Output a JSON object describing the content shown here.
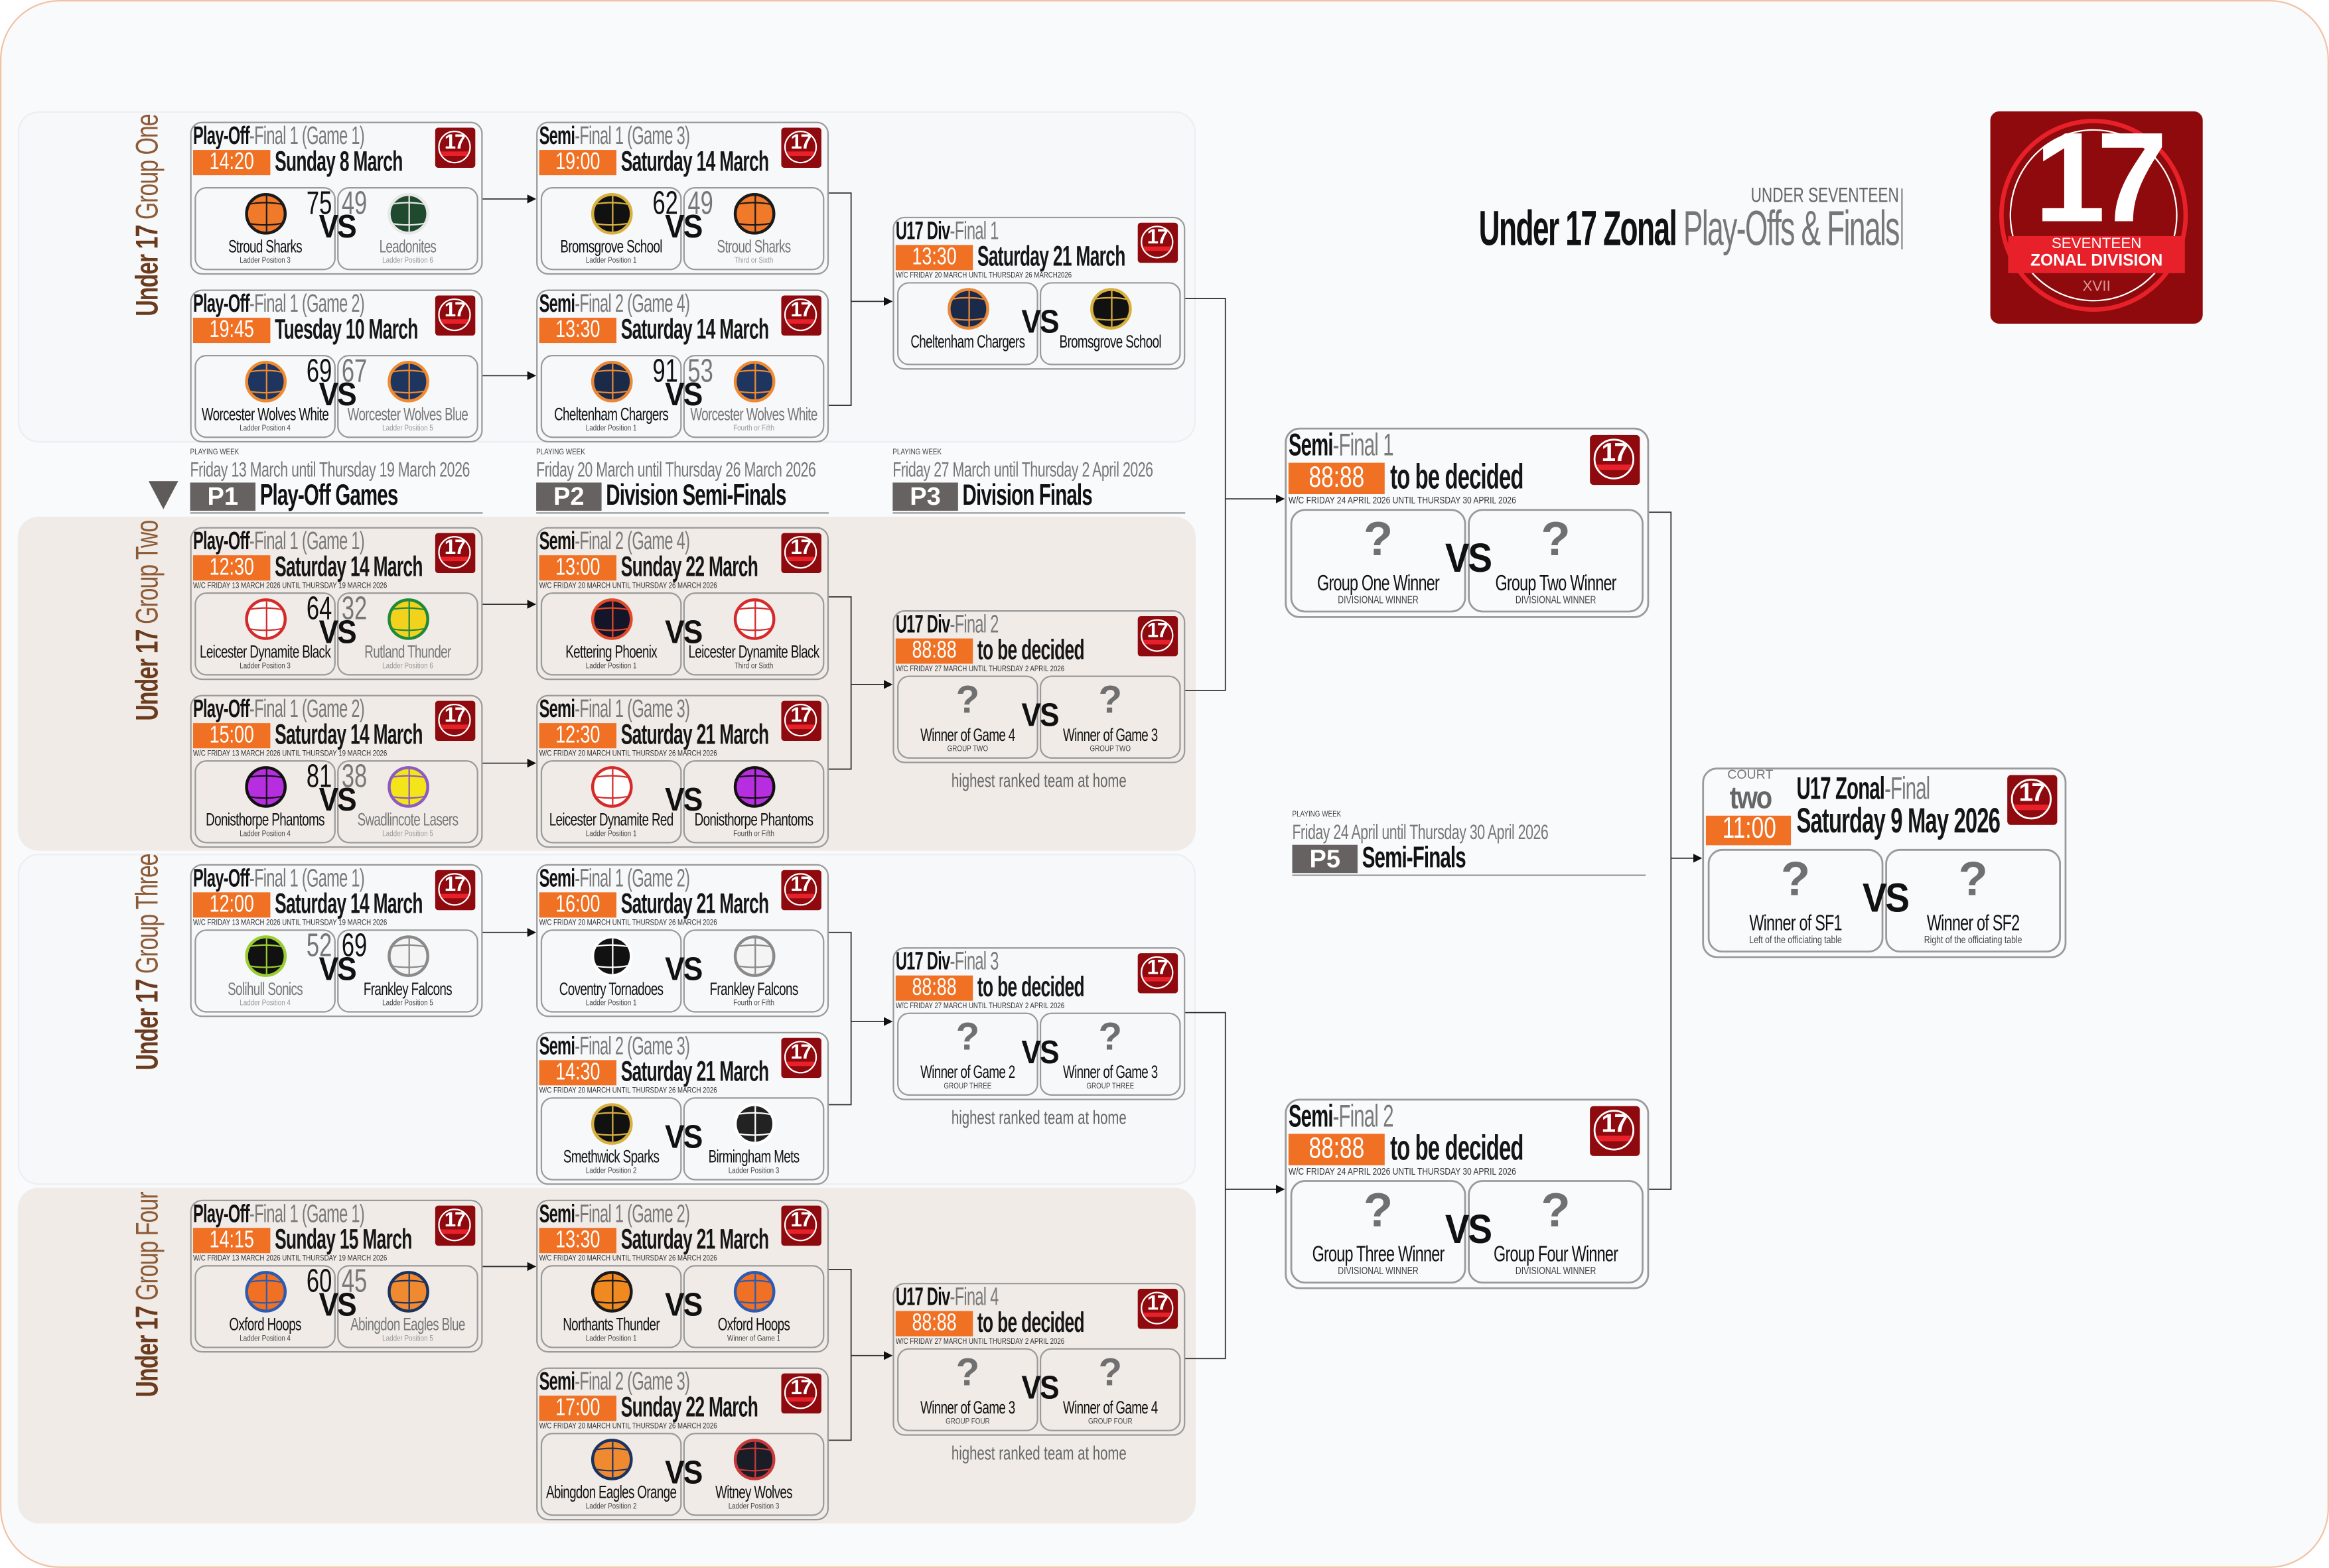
{
  "header": {
    "overline": "UNDER SEVENTEEN",
    "title_bold": "Under 17 Zonal",
    "title_light": "Play-Offs & Finals"
  },
  "logo": {
    "number": "17",
    "line1": "SEVENTEEN",
    "line2": "ZONAL DIVISION",
    "numeral": "XVII"
  },
  "colors": {
    "accent": "#f07024",
    "badge": "#8e0a0e",
    "group_label": "#6b3b1e"
  },
  "badge_label": "17",
  "vs_label": "VS",
  "question_label": "?",
  "playing_weeks": [
    {
      "overline": "PLAYING WEEK",
      "dates": "Friday 13 March until Thursday 19 March 2026",
      "code": "P1",
      "title": "Play-Off Games"
    },
    {
      "overline": "PLAYING WEEK",
      "dates": "Friday 20 March until Thursday 26 March 2026",
      "code": "P2",
      "title": "Division Semi-Finals"
    },
    {
      "overline": "PLAYING WEEK",
      "dates": "Friday 27 March until Thursday 2 April 2026",
      "code": "P3",
      "title": "Division Finals"
    },
    {
      "overline": "PLAYING WEEK",
      "dates": "Friday 24 April until Thursday 30 April 2026",
      "code": "P5",
      "title": "Semi-Finals"
    }
  ],
  "groups": [
    {
      "label_bold": "Under 17",
      "label_light": " Group One",
      "matches": [
        {
          "title_bold": "Play-Off",
          "title_light": "-Final 1 (Game 1)",
          "time": "14:20",
          "date": "Sunday 8 March",
          "winner": "home",
          "home": {
            "name": "Stroud Sharks",
            "sub": "Ladder Position 3",
            "score": "75",
            "logo": {
              "bg": "#f07a2a",
              "fg": "#1a1a1a"
            }
          },
          "away": {
            "name": "Leadonites",
            "sub": "Ladder Position 6",
            "score": "49",
            "logo": {
              "bg": "#1f4a2e",
              "fg": "#e8e8e8"
            }
          }
        },
        {
          "title_bold": "Play-Off",
          "title_light": "-Final 1 (Game 2)",
          "time": "19:45",
          "date": "Tuesday 10 March",
          "winner": "home",
          "home": {
            "name": "Worcester Wolves White",
            "sub": "Ladder Position 4",
            "score": "69",
            "logo": {
              "bg": "#1e3560",
              "fg": "#f08a30"
            }
          },
          "away": {
            "name": "Worcester Wolves Blue",
            "sub": "Ladder Position 5",
            "score": "67",
            "logo": {
              "bg": "#1e3560",
              "fg": "#f08a30"
            }
          }
        },
        {
          "title_bold": "Semi",
          "title_light": "-Final 1 (Game 3)",
          "time": "19:00",
          "date": "Saturday 14 March",
          "winner": "home",
          "home": {
            "name": "Bromsgrove School",
            "sub": "Ladder Position 1",
            "score": "62",
            "logo": {
              "bg": "#111111",
              "fg": "#d8b040"
            }
          },
          "away": {
            "name": "Stroud Sharks",
            "sub": "Third or Sixth",
            "score": "49",
            "logo": {
              "bg": "#f07a2a",
              "fg": "#1a1a1a"
            }
          }
        },
        {
          "title_bold": "Semi",
          "title_light": "-Final 2 (Game 4)",
          "time": "13:30",
          "date": "Saturday 14 March",
          "winner": "home",
          "home": {
            "name": "Cheltenham Chargers",
            "sub": "Ladder Position 1",
            "score": "91",
            "logo": {
              "bg": "#1c2a4a",
              "fg": "#e8893a"
            }
          },
          "away": {
            "name": "Worcester Wolves White",
            "sub": "Fourth or Fifth",
            "score": "53",
            "logo": {
              "bg": "#1e3560",
              "fg": "#f08a30"
            }
          }
        },
        {
          "title_bold": "U17 Div",
          "title_light": "-Final 1",
          "time": "13:30",
          "date": "Saturday 21 March",
          "wc": "W/C FRIDAY 20 MARCH UNTIL THURSDAY 26 MARCH2026",
          "home": {
            "name": "Cheltenham Chargers",
            "logo": {
              "bg": "#1c2a4a",
              "fg": "#e8893a"
            }
          },
          "away": {
            "name": "Bromsgrove School",
            "logo": {
              "bg": "#111111",
              "fg": "#d8b040"
            }
          }
        }
      ]
    },
    {
      "label_bold": "Under 17",
      "label_light": " Group Two",
      "matches": [
        {
          "title_bold": "Play-Off",
          "title_light": "-Final 1 (Game 1)",
          "time": "12:30",
          "date": "Saturday 14 March",
          "wc": "W/C FRIDAY 13 MARCH 2026 UNTIL THURSDAY 19 MARCH 2026",
          "winner": "home",
          "home": {
            "name": "Leicester Dynamite Black",
            "sub": "Ladder Position 3",
            "score": "64",
            "logo": {
              "bg": "#ffffff",
              "fg": "#d52a2a"
            }
          },
          "away": {
            "name": "Rutland Thunder",
            "sub": "Ladder Position 6",
            "score": "32",
            "logo": {
              "bg": "#f2d21c",
              "fg": "#1f8a3a"
            }
          }
        },
        {
          "title_bold": "Play-Off",
          "title_light": "-Final 1 (Game 2)",
          "time": "15:00",
          "date": "Saturday 14 March",
          "wc": "W/C FRIDAY 13 MARCH 2026 UNTIL THURSDAY 19 MARCH 2026",
          "winner": "home",
          "home": {
            "name": "Donisthorpe Phantoms",
            "sub": "Ladder Position 4",
            "score": "81",
            "logo": {
              "bg": "#b72ee0",
              "fg": "#111111"
            }
          },
          "away": {
            "name": "Swadlincote Lasers",
            "sub": "Ladder Position 5",
            "score": "38",
            "logo": {
              "bg": "#f4e41a",
              "fg": "#8a5cc0"
            }
          }
        },
        {
          "title_bold": "Semi",
          "title_light": "-Final 2 (Game 4)",
          "time": "13:00",
          "date": "Sunday 22 March",
          "wc": "W/C FRIDAY 20 MARCH UNTIL THURSDAY 26 MARCH 2026",
          "home": {
            "name": "Kettering Phoenix",
            "sub": "Ladder Position 1",
            "logo": {
              "bg": "#15152a",
              "fg": "#e04a2a"
            }
          },
          "away": {
            "name": "Leicester Dynamite Black",
            "sub": "Third or Sixth",
            "logo": {
              "bg": "#ffffff",
              "fg": "#d52a2a"
            }
          }
        },
        {
          "title_bold": "Semi",
          "title_light": "-Final 1 (Game 3)",
          "time": "12:30",
          "date": "Saturday 21 March",
          "wc": "W/C FRIDAY 20 MARCH UNTIL THURSDAY 26 MARCH 2026",
          "home": {
            "name": "Leicester Dynamite Red",
            "sub": "Ladder Position 1",
            "logo": {
              "bg": "#ffffff",
              "fg": "#d52a2a"
            }
          },
          "away": {
            "name": "Donisthorpe Phantoms",
            "sub": "Fourth or Fifth",
            "logo": {
              "bg": "#b72ee0",
              "fg": "#111111"
            }
          }
        },
        {
          "title_bold": "U17 Div",
          "title_light": "-Final 2",
          "time": "88:88",
          "date": "to be decided",
          "wc": "W/C FRIDAY 27 MARCH UNTIL THURSDAY 2 APRIL 2026",
          "note": "highest ranked team at home",
          "home": {
            "name": "Winner of Game 4",
            "sub": "GROUP TWO",
            "tbd": true
          },
          "away": {
            "name": "Winner of Game 3",
            "sub": "GROUP TWO",
            "tbd": true
          }
        }
      ]
    },
    {
      "label_bold": "Under 17",
      "label_light": " Group Three",
      "matches": [
        {
          "title_bold": "Play-Off",
          "title_light": "-Final 1 (Game 1)",
          "time": "12:00",
          "date": "Saturday 14 March",
          "wc": "W/C FRIDAY 13 MARCH 2026 UNTIL THURSDAY 19 MARCH 2026",
          "winner": "away",
          "home": {
            "name": "Solihull Sonics",
            "sub": "Ladder Position 4",
            "score": "52",
            "logo": {
              "bg": "#111111",
              "fg": "#9acd32"
            }
          },
          "away": {
            "name": "Frankley Falcons",
            "sub": "Ladder Position 5",
            "score": "69",
            "logo": {
              "bg": "#f4f4f4",
              "fg": "#8a8a8a"
            }
          }
        },
        {
          "title_bold": "Semi",
          "title_light": "-Final 1 (Game 2)",
          "time": "16:00",
          "date": "Saturday 21 March",
          "wc": "W/C FRIDAY 20 MARCH UNTIL THURSDAY 26 MARCH 2026",
          "home": {
            "name": "Coventry Tornadoes",
            "sub": "Ladder Position 1",
            "logo": {
              "bg": "#111111",
              "fg": "#ffffff"
            }
          },
          "away": {
            "name": "Frankley Falcons",
            "sub": "Fourth or Fifth",
            "logo": {
              "bg": "#f4f4f4",
              "fg": "#8a8a8a"
            }
          }
        },
        {
          "title_bold": "Semi",
          "title_light": "-Final 2 (Game 3)",
          "time": "14:30",
          "date": "Saturday 21 March",
          "wc": "W/C FRIDAY 20 MARCH UNTIL THURSDAY 26 MARCH 2026",
          "home": {
            "name": "Smethwick Sparks",
            "sub": "Ladder Position 2",
            "logo": {
              "bg": "#111111",
              "fg": "#d8b040"
            }
          },
          "away": {
            "name": "Birmingham Mets",
            "sub": "Ladder Position 3",
            "logo": {
              "bg": "#222222",
              "fg": "#ffffff"
            }
          }
        },
        {
          "title_bold": "U17 Div",
          "title_light": "-Final 3",
          "time": "88:88",
          "date": "to be decided",
          "wc": "W/C FRIDAY 27 MARCH UNTIL THURSDAY 2 APRIL 2026",
          "note": "highest ranked team at home",
          "home": {
            "name": "Winner of Game 2",
            "sub": "GROUP THREE",
            "tbd": true
          },
          "away": {
            "name": "Winner of Game 3",
            "sub": "GROUP THREE",
            "tbd": true
          }
        }
      ]
    },
    {
      "label_bold": "Under 17",
      "label_light": " Group Four",
      "matches": [
        {
          "title_bold": "Play-Off",
          "title_light": "-Final 1 (Game 1)",
          "time": "14:15",
          "date": "Sunday 15 March",
          "wc": "W/C FRIDAY 13 MARCH 2026 UNTIL THURSDAY 19 MARCH 2026",
          "winner": "home",
          "home": {
            "name": "Oxford Hoops",
            "sub": "Ladder Position 4",
            "score": "60",
            "logo": {
              "bg": "#f07024",
              "fg": "#2d5bb0"
            }
          },
          "away": {
            "name": "Abingdon Eagles Blue",
            "sub": "Ladder Position 5",
            "score": "45",
            "logo": {
              "bg": "#f08a30",
              "fg": "#1c3360"
            }
          }
        },
        {
          "title_bold": "Semi",
          "title_light": "-Final 1 (Game 2)",
          "time": "13:30",
          "date": "Saturday 21 March",
          "wc": "W/C FRIDAY 20 MARCH UNTIL THURSDAY 26 MARCH 2026",
          "home": {
            "name": "Northants Thunder",
            "sub": "Ladder Position 1",
            "logo": {
              "bg": "#f08a20",
              "fg": "#1a1a1a"
            }
          },
          "away": {
            "name": "Oxford Hoops",
            "sub": "Winner of Game 1",
            "logo": {
              "bg": "#f07024",
              "fg": "#2d5bb0"
            }
          }
        },
        {
          "title_bold": "Semi",
          "title_light": "-Final 2 (Game 3)",
          "time": "17:00",
          "date": "Sunday 22 March",
          "wc": "W/C FRIDAY 20 MARCH UNTIL THURSDAY 26 MARCH 2026",
          "home": {
            "name": "Abingdon Eagles Orange",
            "sub": "Ladder Position 2",
            "logo": {
              "bg": "#f08a30",
              "fg": "#1c3360"
            }
          },
          "away": {
            "name": "Witney Wolves",
            "sub": "Ladder Position 3",
            "logo": {
              "bg": "#1a1d26",
              "fg": "#c83a3a"
            }
          }
        },
        {
          "title_bold": "U17 Div",
          "title_light": "-Final 4",
          "time": "88:88",
          "date": "to be decided",
          "wc": "W/C FRIDAY 27 MARCH UNTIL THURSDAY 2 APRIL 2026",
          "note": "highest ranked team at home",
          "home": {
            "name": "Winner of Game 3",
            "sub": "GROUP FOUR",
            "tbd": true
          },
          "away": {
            "name": "Winner of Game 4",
            "sub": "GROUP FOUR",
            "tbd": true
          }
        }
      ]
    }
  ],
  "zonal_semis": [
    {
      "title_bold": "Semi",
      "title_light": "-Final 1",
      "time": "88:88",
      "date": "to be decided",
      "wc": "W/C FRIDAY 24 APRIL 2026 UNTIL THURSDAY 30 APRIL 2026",
      "home": {
        "name": "Group One Winner",
        "sub": "DIVISIONAL WINNER",
        "tbd": true
      },
      "away": {
        "name": "Group Two Winner",
        "sub": "DIVISIONAL WINNER",
        "tbd": true
      }
    },
    {
      "title_bold": "Semi",
      "title_light": "-Final 2",
      "time": "88:88",
      "date": "to be decided",
      "wc": "W/C FRIDAY 24 APRIL 2026 UNTIL THURSDAY 30 APRIL 2026",
      "home": {
        "name": "Group Three Winner",
        "sub": "DIVISIONAL WINNER",
        "tbd": true
      },
      "away": {
        "name": "Group Four Winner",
        "sub": "DIVISIONAL WINNER",
        "tbd": true
      }
    }
  ],
  "final": {
    "court_label": "COURT",
    "court_value": "two",
    "title_bold": "U17 Zonal",
    "title_light": "-Final",
    "time": "11:00",
    "date": "Saturday 9 May 2026",
    "home": {
      "name": "Winner of SF1",
      "sub": "Left of the officiating table",
      "tbd": true
    },
    "away": {
      "name": "Winner of SF2",
      "sub": "Right of the officiating table",
      "tbd": true
    }
  }
}
